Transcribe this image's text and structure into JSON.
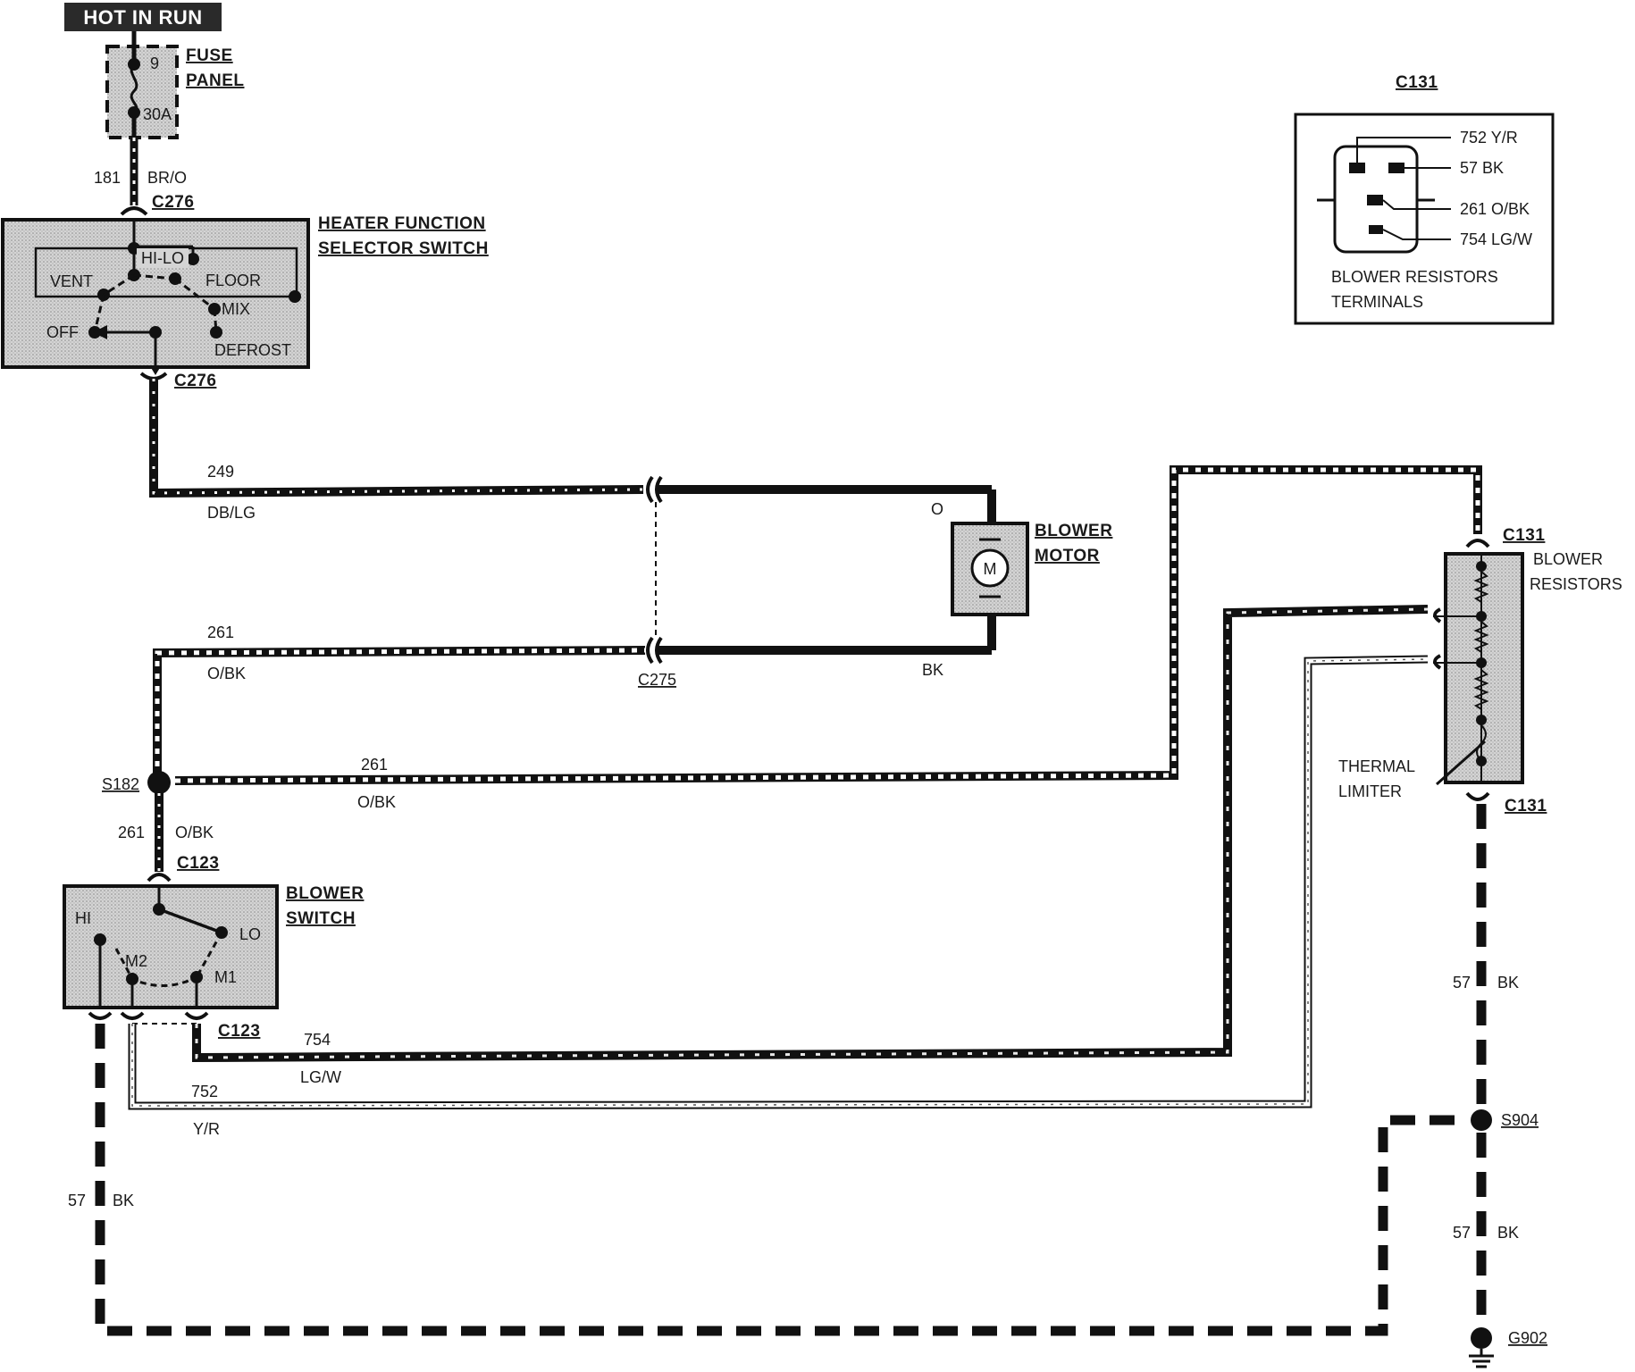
{
  "hot_in_run": "HOT IN RUN",
  "fuse": {
    "num": "9",
    "rating": "30A",
    "label1": "FUSE",
    "label2": "PANEL"
  },
  "wires": {
    "w181": {
      "num": "181",
      "color": "BR/O"
    },
    "w249": {
      "num": "249",
      "color": "DB/LG"
    },
    "w261a": {
      "num": "261",
      "color": "O/BK"
    },
    "w261b": {
      "num": "261",
      "color": "O/BK"
    },
    "w261c": {
      "num": "261",
      "color": "O/BK"
    },
    "w754": {
      "num": "754",
      "color": "LG/W"
    },
    "w752": {
      "num": "752",
      "color": "Y/R"
    },
    "w57a": {
      "num": "57",
      "color": "BK"
    },
    "w57b": {
      "num": "57",
      "color": "BK"
    },
    "w57c": {
      "num": "57",
      "color": "BK"
    }
  },
  "connectors": {
    "c276_top": "C276",
    "c276_bot": "C276",
    "c275": "C275",
    "c123_top": "C123",
    "c123_bot": "C123",
    "c131_top": "C131",
    "c131_bot": "C131",
    "c131_inset": "C131"
  },
  "splices": {
    "s182": "S182",
    "s904": "S904"
  },
  "ground": "G902",
  "heater_switch": {
    "title1": "HEATER  FUNCTION",
    "title2": "SELECTOR  SWITCH",
    "hi_lo": "HI-LO",
    "vent": "VENT",
    "floor": "FLOOR",
    "mix": "MIX",
    "off": "OFF",
    "defrost": "DEFROST"
  },
  "blower_motor": {
    "label1": "BLOWER",
    "label2": "MOTOR",
    "symbol": "M",
    "pin_o": "O",
    "pin_bk": "BK"
  },
  "blower_switch": {
    "label1": "BLOWER",
    "label2": "SWITCH",
    "hi": "HI",
    "lo": "LO",
    "m1": "M1",
    "m2": "M2"
  },
  "blower_resistors": {
    "label1": "BLOWER",
    "label2": "RESISTORS",
    "thermal1": "THERMAL",
    "thermal2": "LIMITER"
  },
  "inset": {
    "t752": "752 Y/R",
    "t57": "57 BK",
    "t261": "261 O/BK",
    "t754": "754 LG/W",
    "caption1": "BLOWER RESISTORS",
    "caption2": "TERMINALS"
  }
}
